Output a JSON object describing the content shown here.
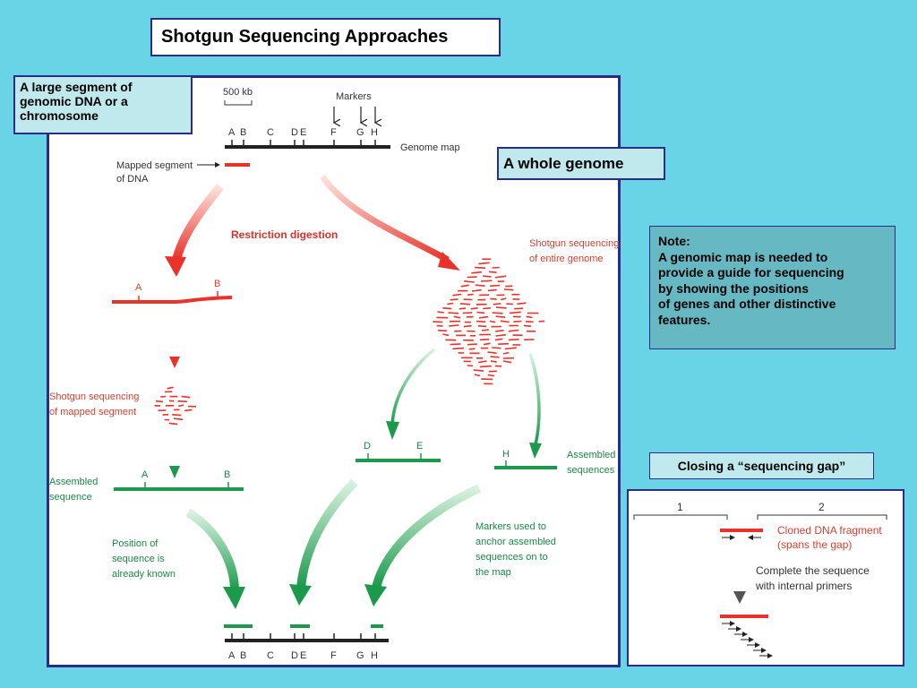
{
  "title": "Shotgun Sequencing Approaches",
  "captions": {
    "large_segment": "A large segment of genomic DNA or a chromosome",
    "whole_genome": "A whole genome",
    "closing_gap": "Closing a “sequencing gap”"
  },
  "note": {
    "heading": "Note:",
    "body": "A genomic map is needed to\nprovide a guide for sequencing\nby showing the positions\nof genes and other distinctive\nfeatures."
  },
  "figure": {
    "scale_label": "500 kb",
    "markers_label": "Markers",
    "genome_map_label": "Genome map",
    "map_letters": [
      "A",
      "B",
      "C",
      "D",
      "E",
      "F",
      "G",
      "H"
    ],
    "mapped_segment_label": [
      "Mapped segment",
      "of DNA"
    ],
    "restriction_digestion": "Restriction digestion",
    "shotgun_entire": [
      "Shotgun sequencing",
      "of entire genome"
    ],
    "shotgun_mapped": [
      "Shotgun sequencing",
      "of mapped segment"
    ],
    "assembled_sequence": [
      "Assembled",
      "sequence"
    ],
    "assembled_sequences": [
      "Assembled",
      "sequences"
    ],
    "position_known": [
      "Position of",
      "sequence is",
      "already known"
    ],
    "markers_used": [
      "Markers used to",
      "anchor assembled",
      "sequences on to",
      "the map"
    ],
    "fragment_AB": [
      "A",
      "B"
    ],
    "fragment_DE": [
      "D",
      "E"
    ],
    "fragment_H": "H"
  },
  "gap_figure": {
    "contig_1": "1",
    "contig_2": "2",
    "cloned_fragment": [
      "Cloned DNA fragment",
      "(spans the gap)"
    ],
    "complete_sequence": [
      "Complete the sequence",
      "with internal primers"
    ]
  },
  "colors": {
    "background": "#69d4e5",
    "frame": "#2b2b8a",
    "red": "#e8322a",
    "red_text": "#d9412e",
    "green": "#1a9a4a",
    "dark": "#222222"
  }
}
